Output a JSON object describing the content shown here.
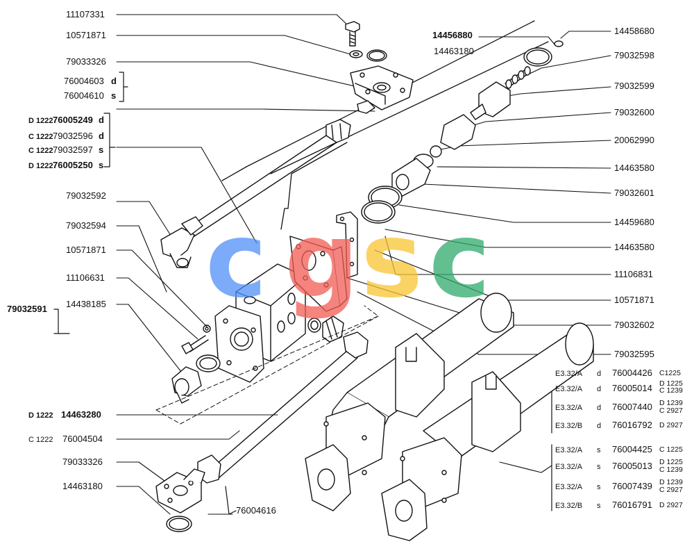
{
  "left_labels": {
    "l11107331": "11107331",
    "l10571871_a": "10571871",
    "l79033326_a": "79033326",
    "l76004603": "76004603",
    "l76004603_s": "d",
    "l76004610": "76004610",
    "l76004610_s": "s",
    "g1_code": "D 1222",
    "g1_num": "76005249",
    "g1_s": "d",
    "g2_code": "C 1222",
    "g2_num": "79032596",
    "g2_s": "d",
    "g3_code": "C 1222",
    "g3_num": "79032597",
    "g3_s": "s",
    "g4_code": "D 1222",
    "g4_num": "76005250",
    "g4_s": "s",
    "l79032592": "79032592",
    "l79032594": "79032594",
    "l10571871_b": "10571871",
    "l11106631": "11106631",
    "l79032591": "79032591",
    "l14438185": "14438185",
    "d1222_code": "D 1222",
    "d1222_num": "14463280",
    "c1222_code": "C 1222",
    "c1222_num": "76004504",
    "l79033326_b": "79033326",
    "l14463180_b": "14463180",
    "l76004616": "76004616",
    "l14463180_a": "14463180"
  },
  "right_labels": {
    "l14456880": "14456880",
    "l14458680": "14458680",
    "l79032598": "79032598",
    "l79032599": "79032599",
    "l79032600": "79032600",
    "l20062990": "20062990",
    "l14463580_a": "14463580",
    "l79032601": "79032601",
    "l14459680": "14459680",
    "l14463580_b": "14463580",
    "l11106831": "11106831",
    "l10571871_c": "10571871",
    "l79032602": "79032602",
    "l79032595": "79032595"
  },
  "table_d": [
    {
      "model": "E3.32/A",
      "side": "d",
      "part": "76004426",
      "codes": [
        "C1225"
      ]
    },
    {
      "model": "E3.32/A",
      "side": "d",
      "part": "76005014",
      "codes": [
        "D 1225",
        "C 1239"
      ]
    },
    {
      "model": "E3.32/A",
      "side": "d",
      "part": "76007440",
      "codes": [
        "D 1239",
        "C 2927"
      ]
    },
    {
      "model": "E3.32/B",
      "side": "d",
      "part": "76016792",
      "codes": [
        "D 2927"
      ]
    }
  ],
  "table_s": [
    {
      "model": "E3.32/A",
      "side": "s",
      "part": "76004425",
      "codes": [
        "C 1225"
      ]
    },
    {
      "model": "E3.32/A",
      "side": "s",
      "part": "76005013",
      "codes": [
        "D 1225",
        "C 1239"
      ]
    },
    {
      "model": "E3.32/A",
      "side": "s",
      "part": "76007439",
      "codes": [
        "D 1239",
        "C 2927"
      ]
    },
    {
      "model": "E3.32/B",
      "side": "s",
      "part": "76016791",
      "codes": [
        "D 2927"
      ]
    }
  ],
  "watermark": {
    "letters": [
      "c",
      "g",
      "s",
      "c"
    ],
    "colors": [
      "#4f8ff7",
      "#f25c54",
      "#f7c531",
      "#2faa6b"
    ]
  }
}
